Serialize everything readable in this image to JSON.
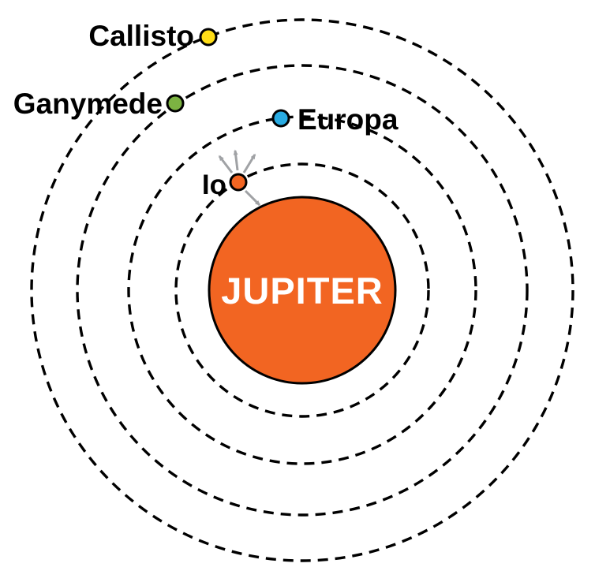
{
  "diagram": {
    "planet": {
      "label": "JUPITER",
      "fill": "#F26522",
      "label_color": "#FFFFFF"
    },
    "moons": [
      {
        "label": "Io",
        "fill": "#F26522"
      },
      {
        "label": "Europa",
        "fill": "#29ABE2"
      },
      {
        "label": "Ganymede",
        "fill": "#7CB342"
      },
      {
        "label": "Callisto",
        "fill": "#FFDE17"
      }
    ],
    "orbit_color": "#000000",
    "plume_color": "#A0A2A5"
  }
}
